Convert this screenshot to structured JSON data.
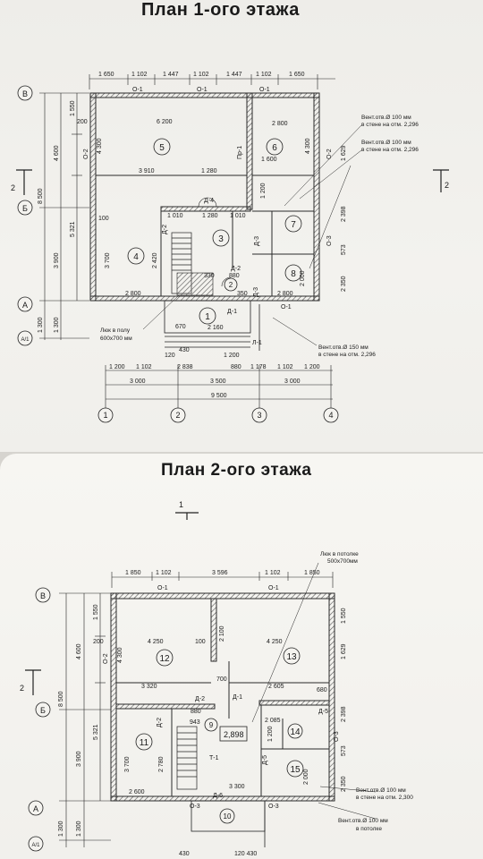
{
  "plan1": {
    "title": "План 1-ого этажа",
    "top_dims": [
      "1 650",
      "1 102",
      "1 447",
      "1 102",
      "1 447",
      "1 102",
      "1 650"
    ],
    "windows_top": [
      "О-1",
      "О-1",
      "О-1"
    ],
    "rooms": [
      "5",
      "6",
      "3",
      "4",
      "7",
      "8",
      "1",
      "2"
    ],
    "inner_dims": [
      "6 200",
      "2 800",
      "3 910",
      "1 280",
      "1 600",
      "1 010",
      "1 280",
      "1 010",
      "4 300",
      "4 300",
      "3 700",
      "2 420",
      "1 200",
      "2 800",
      "2 160",
      "2 800",
      "2 000",
      "2 350",
      "573",
      "2 398",
      "1 629",
      "880",
      "330",
      "350",
      "670",
      "430",
      "120",
      "200",
      "100",
      "1 200"
    ],
    "doors": [
      "Д-4",
      "Д-2",
      "Д-1",
      "Д-3",
      "Д-3",
      "Д-2",
      "Пр-1",
      "О-2",
      "О-2",
      "О-3",
      "О-1",
      "Л-1"
    ],
    "notes": [
      "Вент.отв.Ø 100 мм",
      "в стене на отм. 2,296",
      "Вент.отв.Ø 100 мм",
      "в стене на отм. 2,296",
      "Люк в полу",
      "600х700 мм",
      "Вент.отв.Ø 150 мм",
      "в стене на отм. 2,296"
    ],
    "left_dims": [
      "1 550",
      "4 600",
      "8 500",
      "5 321",
      "3 900",
      "1 300",
      "1 300"
    ],
    "bottom_row1": [
      "1 200",
      "1 102",
      "2 838",
      "880",
      "1 178",
      "1 102",
      "1 200"
    ],
    "bottom_row2": [
      "3 000",
      "3 500",
      "3 000"
    ],
    "bottom_total": "9 500",
    "axes_v": [
      "1",
      "2",
      "3",
      "4"
    ],
    "axes_h": [
      "В",
      "Б",
      "А",
      "А/1"
    ],
    "section_mark": "2",
    "section_mark_right": "2"
  },
  "plan2": {
    "title": "План 2-ого этажа",
    "section_mark": "1",
    "top_dims": [
      "1 850",
      "1 102",
      "3 596",
      "1 102",
      "1 850"
    ],
    "windows_top": [
      "О-1",
      "О-1"
    ],
    "rooms": [
      "12",
      "13",
      "11",
      "9",
      "14",
      "15",
      "10"
    ],
    "area": "2,898",
    "inner_dims": [
      "4 250",
      "4 250",
      "3 320",
      "2 605",
      "2 085",
      "2 100",
      "943",
      "880",
      "680",
      "2 780",
      "3 700",
      "4 300",
      "2 600",
      "3 300",
      "2 000",
      "2 350",
      "573",
      "2 398",
      "1 629",
      "1 550",
      "100",
      "200",
      "1 200",
      "700"
    ],
    "doors": [
      "Д-2",
      "Д-1",
      "Д-2",
      "Д-5",
      "Д-5",
      "Д-6",
      "Т-1",
      "О-3",
      "О-3",
      "О-2",
      "О-3"
    ],
    "notes": [
      "Люк в потолке",
      "500х700мм",
      "Вент.отв.Ø 100 мм",
      "в стене на отм. 2,300",
      "Вент.отв.Ø 100 мм",
      "в потолке"
    ],
    "left_dims": [
      "1 550",
      "4 600",
      "8 500",
      "5 321",
      "3 900",
      "1 300",
      "1 300"
    ],
    "bottom_dims": [
      "430",
      "120 430"
    ],
    "axes_h": [
      "В",
      "Б",
      "А",
      "А/1"
    ],
    "section_mark_left": "2"
  },
  "colors": {
    "paper": "#f4f3ef",
    "ink": "#1a1a1a",
    "wall": "#2a2a2a",
    "hatch": "#555555"
  }
}
